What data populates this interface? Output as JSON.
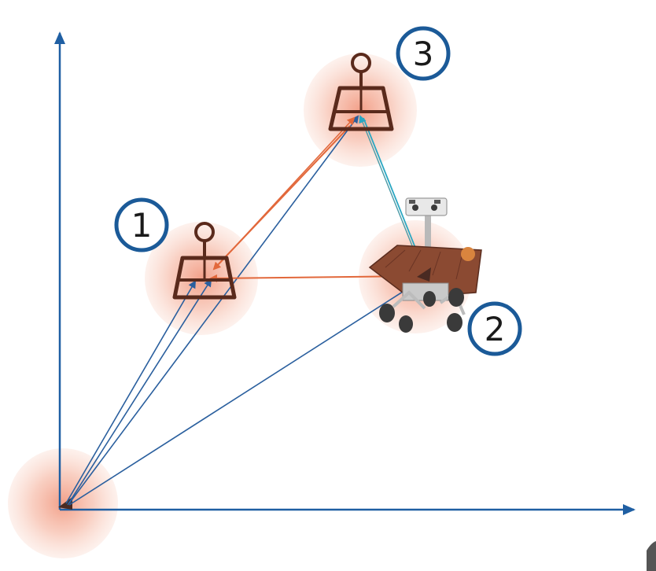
{
  "colors": {
    "axis": "#1f5fa3",
    "pose_vector": "#2a5f9e",
    "relative_measurement": "#e2683b",
    "observation_link": "#2ba7c2",
    "glow": "#f2a28c",
    "landmark_icon": "#5a2a1c",
    "label_ring": "#1b5a98"
  },
  "labels": {
    "landmark_1": "1",
    "rover_2": "2",
    "landmark_3": "3"
  },
  "icons": {
    "landmark_1": "landmark-weight-icon",
    "landmark_3": "landmark-weight-icon",
    "rover": "mars-rover-icon"
  }
}
